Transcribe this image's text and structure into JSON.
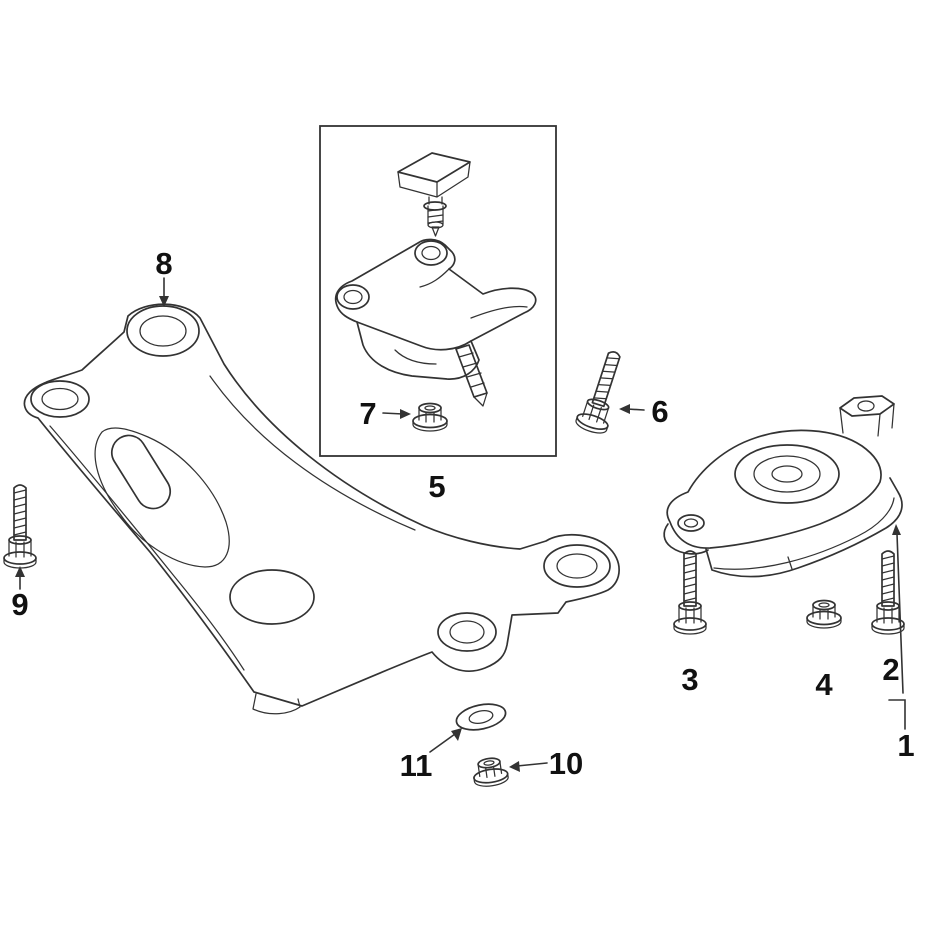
{
  "diagram": {
    "background_color": "#ffffff",
    "line_color": "#333333",
    "label_color": "#111111",
    "callouts": [
      {
        "num": "1"
      },
      {
        "num": "2"
      },
      {
        "num": "3"
      },
      {
        "num": "4"
      },
      {
        "num": "5"
      },
      {
        "num": "6"
      },
      {
        "num": "7"
      },
      {
        "num": "8"
      },
      {
        "num": "9"
      },
      {
        "num": "10"
      },
      {
        "num": "11"
      }
    ]
  }
}
